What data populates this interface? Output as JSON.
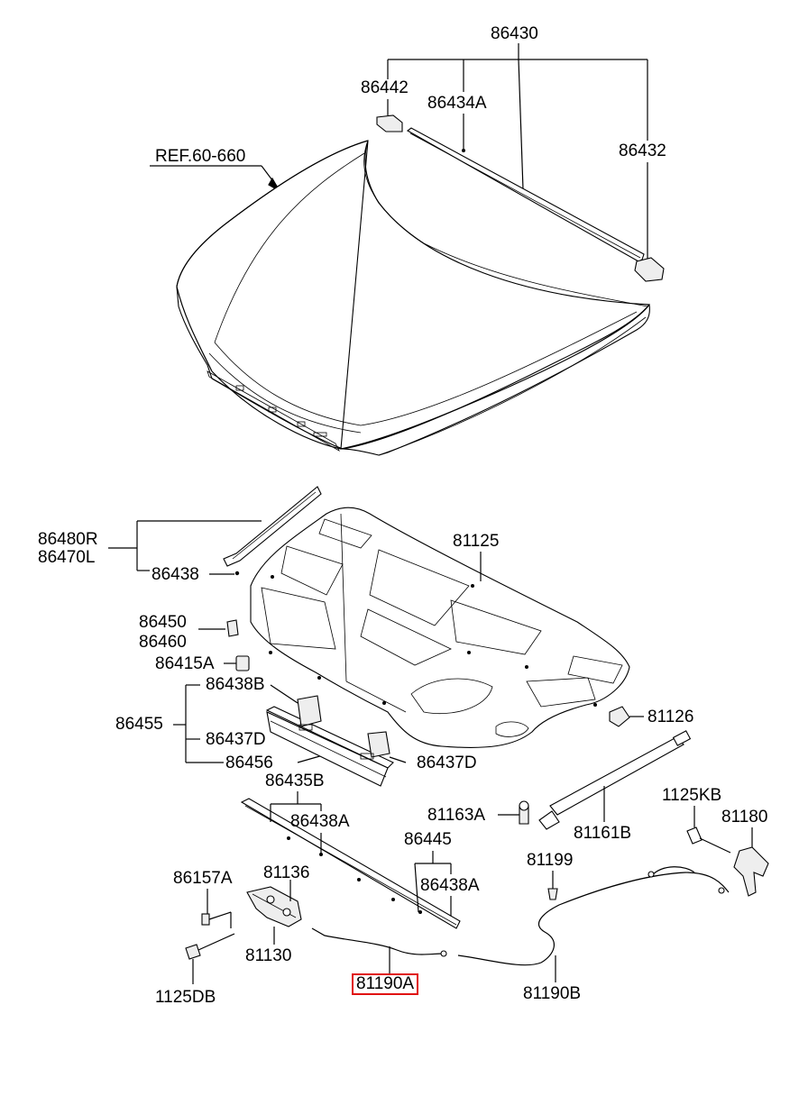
{
  "labels": {
    "p86430": "86430",
    "p86442": "86442",
    "p86434A": "86434A",
    "p86432": "86432",
    "ref": "REF.60-660",
    "p86480R": "86480R",
    "p86470L": "86470L",
    "p86438_top": "86438",
    "p81125": "81125",
    "p86450": "86450",
    "p86460": "86460",
    "p86415A": "86415A",
    "p86438B": "86438B",
    "p86455": "86455",
    "p86437D_left": "86437D",
    "p86456": "86456",
    "p86437D_right": "86437D",
    "p81126": "81126",
    "p86435B": "86435B",
    "p86438A_upper": "86438A",
    "p81163A": "81163A",
    "p81161B": "81161B",
    "p1125KB": "1125KB",
    "p81180": "81180",
    "p86445": "86445",
    "p86438A_lower": "86438A",
    "p81199": "81199",
    "p86157A": "86157A",
    "p81136": "81136",
    "p81130": "81130",
    "p1125DB": "1125DB",
    "p81190A": "81190A",
    "p81190B": "81190B"
  },
  "highlight": {
    "part": "81190A",
    "color": "#e01010"
  }
}
